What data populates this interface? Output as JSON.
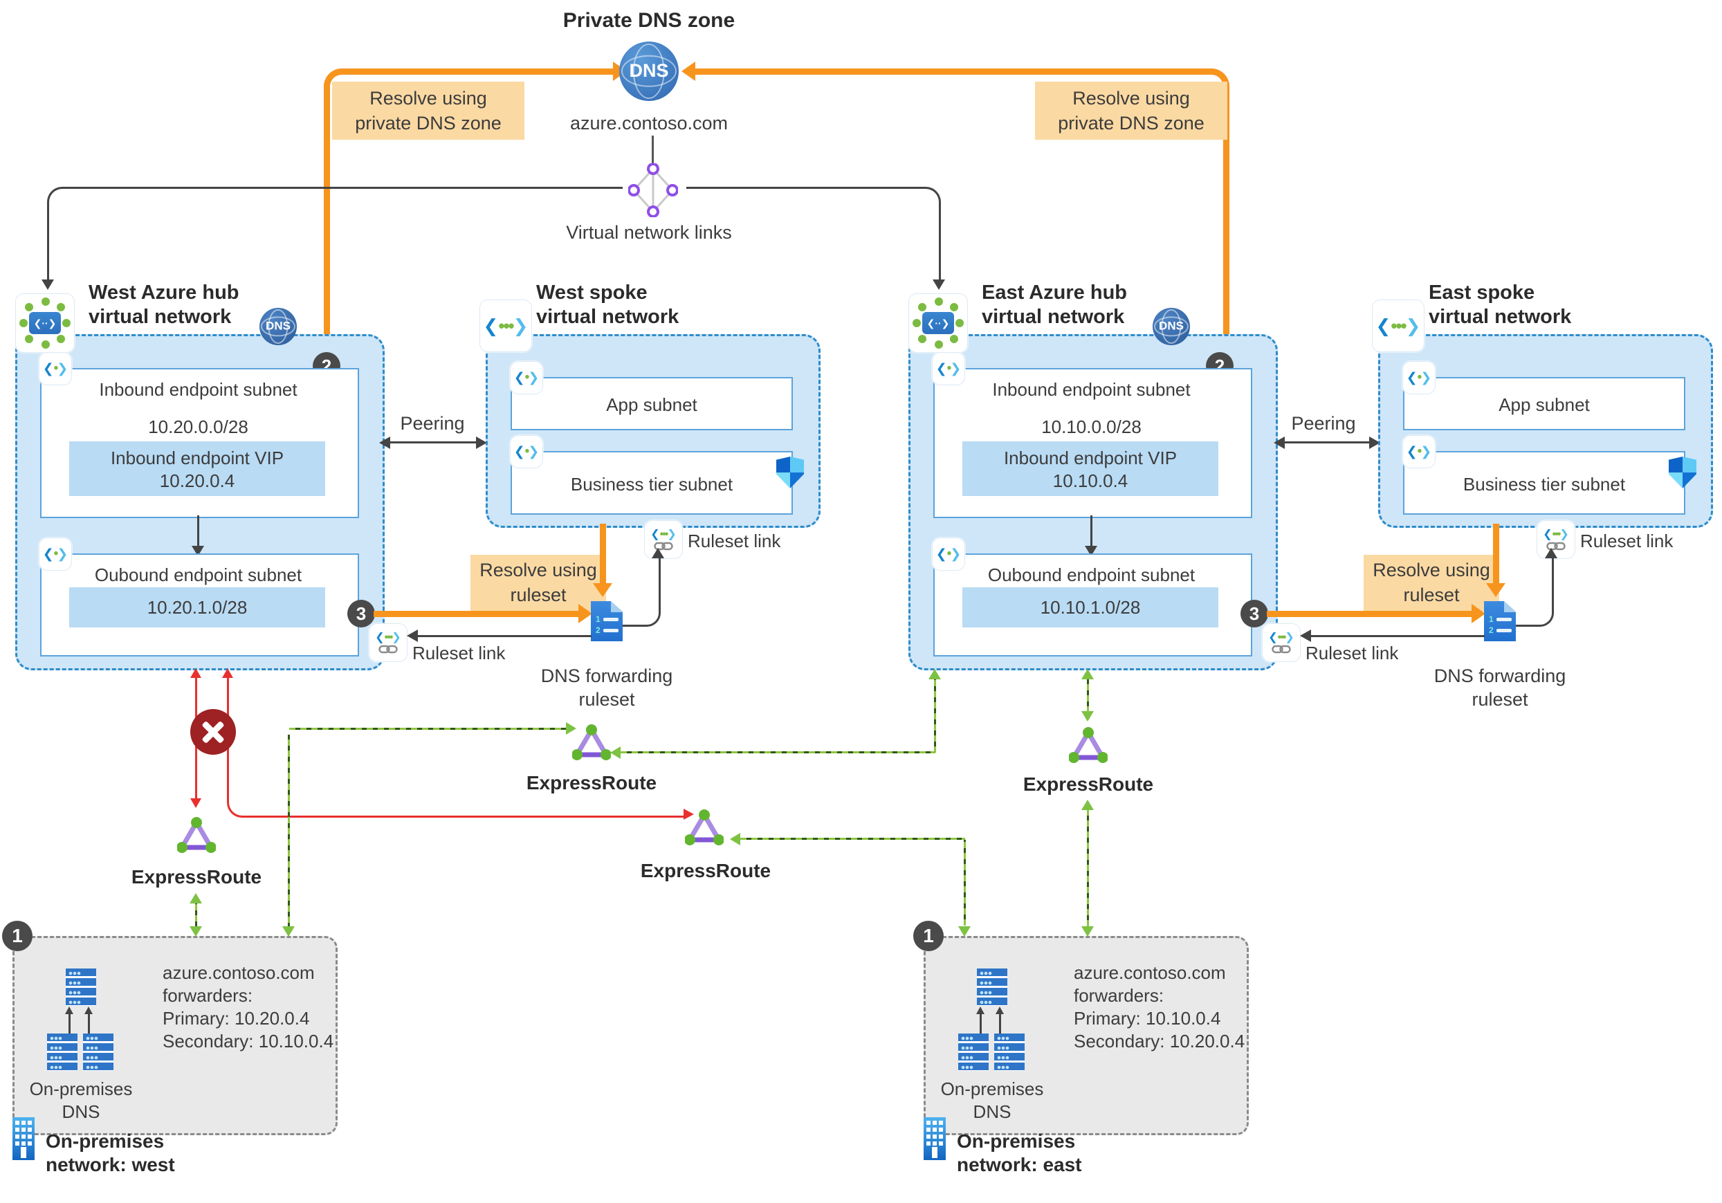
{
  "colors": {
    "orange": "#F7941D",
    "orange_note": "#FBD9A3",
    "hub_fill": "#CEE6F8",
    "hub_border": "#2E8BC9",
    "vip_fill": "#B9DBF4",
    "badge_gray": "#4A4A4A",
    "dns_blue": "#2F66B0",
    "red": "#E8302E",
    "error_red": "#9E2123",
    "green": "#7DC242",
    "onprem_gray": "#E9E9E9",
    "text": "#3C3C3C"
  },
  "icons": {
    "dns_globe": "DNS",
    "hub_glyph": "❮··❯",
    "vnet_glyph_left": "❮",
    "vnet_glyph_dots": "•••",
    "subnet_glyph_dot": "•",
    "vnet_glyph_right": "❯",
    "doc_row1": "1",
    "doc_row2": "2"
  },
  "top": {
    "title": "Private DNS zone",
    "dns_badge": "DNS",
    "domain": "azure.contoso.com",
    "vnet_links": "Virtual network links",
    "resolve_private": [
      "Resolve using",
      "private DNS zone"
    ]
  },
  "labels": {
    "peering": "Peering",
    "ruleset_link": "Ruleset link",
    "resolve_ruleset": [
      "Resolve using",
      "ruleset"
    ],
    "dns_forwarding": [
      "DNS forwarding",
      "ruleset"
    ],
    "expressroute": "ExpressRoute"
  },
  "hubs": {
    "west": {
      "title": [
        "West Azure hub",
        "virtual network"
      ],
      "dns_badge": "DNS",
      "step2": "2",
      "step3": "3",
      "inbound": {
        "title": "Inbound endpoint subnet",
        "cidr": "10.20.0.0/28",
        "vip": [
          "Inbound endpoint VIP",
          "10.20.0.4"
        ]
      },
      "outbound": {
        "title": "Oubound endpoint subnet",
        "cidr": "10.20.1.0/28"
      }
    },
    "east": {
      "title": [
        "East Azure hub",
        "virtual network"
      ],
      "dns_badge": "DNS",
      "step2": "2",
      "step3": "3",
      "inbound": {
        "title": "Inbound endpoint subnet",
        "cidr": "10.10.0.0/28",
        "vip": [
          "Inbound endpoint VIP",
          "10.10.0.4"
        ]
      },
      "outbound": {
        "title": "Oubound endpoint subnet",
        "cidr": "10.10.1.0/28"
      }
    }
  },
  "spokes": {
    "west": {
      "title": [
        "West spoke",
        "virtual network"
      ],
      "app": "App subnet",
      "business": "Business tier subnet"
    },
    "east": {
      "title": [
        "East spoke",
        "virtual network"
      ],
      "app": "App subnet",
      "business": "Business tier subnet"
    }
  },
  "onprem": {
    "west": {
      "step": "1",
      "dns_label": [
        "On-premises",
        "DNS"
      ],
      "forwarders": [
        "azure.contoso.com",
        "forwarders:",
        "Primary: 10.20.0.4",
        "Secondary: 10.10.0.4"
      ],
      "network": [
        "On-premises",
        "network: west"
      ]
    },
    "east": {
      "step": "1",
      "dns_label": [
        "On-premises",
        "DNS"
      ],
      "forwarders": [
        "azure.contoso.com",
        "forwarders:",
        "Primary: 10.10.0.4",
        "Secondary: 10.20.0.4"
      ],
      "network": [
        "On-premises",
        "network: east"
      ]
    }
  }
}
